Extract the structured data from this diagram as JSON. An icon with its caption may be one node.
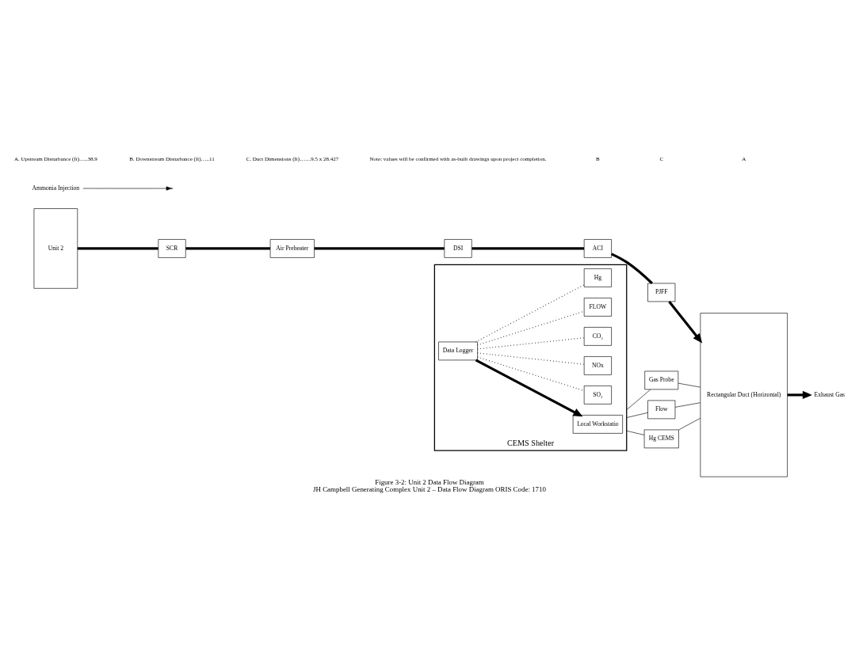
{
  "diagram": {
    "title": "Figure 3-2: Unit 2 Data Flow Diagram",
    "caption": "JH Campbell Generating Complex Unit 2 – Data Flow Diagram ORIS Code: 1710",
    "nodes": [
      {
        "text": [
          "CEMS Shelter"
        ]
      },
      {
        "text": [
          "Local Workstatio"
        ],
        "in": 0
      },
      {
        "text": [
          "Data Logger"
        ],
        "in": 0
      },
      {
        "text": [
          "SO₂"
        ],
        "in": 0
      },
      {
        "text": [
          "NOx"
        ],
        "in": 0
      },
      {
        "text": [
          "CO₂"
        ],
        "in": 0
      },
      {
        "text": [
          "FLOW"
        ],
        "in": 0
      },
      {
        "text": [
          "Hg"
        ],
        "in": 0
      },
      {
        "text": [
          "Gas Probe"
        ]
      },
      {
        "text": [
          "Flow"
        ]
      },
      {
        "text": [
          "Hg CEMS"
        ]
      },
      {
        "text": [
          "Rectangular Duct (Horizontal)"
        ]
      },
      {
        "text": [
          "Exhaust Gas"
        ]
      },
      {
        "text": [
          "Unit 2"
        ]
      },
      {
        "text": [
          "SCR"
        ]
      },
      {
        "text": [
          "Air Preheater"
        ]
      },
      {
        "text": [
          "DSI"
        ]
      },
      {
        "text": [
          "ACI"
        ]
      },
      {
        "text": [
          "PJFF"
        ]
      },
      {
        "text": [
          "Ammonia Injection"
        ]
      }
    ],
    "edges": [
      {
        "from": 2,
        "to": 1,
        "arrow": "to",
        "style": "thick"
      },
      {
        "from": 2,
        "to": 3,
        "arrow": "none",
        "style": "dashed"
      },
      {
        "from": 2,
        "to": 4,
        "arrow": "none",
        "style": "dashed"
      },
      {
        "from": 2,
        "to": 5,
        "arrow": "none",
        "style": "dashed"
      },
      {
        "from": 2,
        "to": 6,
        "arrow": "none",
        "style": "dashed"
      },
      {
        "from": 2,
        "to": 7,
        "arrow": "none",
        "style": "dashed"
      },
      {
        "from": 0,
        "to": 8,
        "arrow": "none"
      },
      {
        "from": 0,
        "to": 9,
        "arrow": "none"
      },
      {
        "from": 0,
        "to": 10,
        "arrow": "none"
      },
      {
        "from": 8,
        "to": 11,
        "arrow": "none"
      },
      {
        "from": 9,
        "to": 11,
        "arrow": "none"
      },
      {
        "from": 10,
        "to": 11,
        "arrow": "none"
      },
      {
        "from": 13,
        "to": 14,
        "arrow": "none",
        "style": "thick"
      },
      {
        "from": 14,
        "to": 15,
        "arrow": "none",
        "style": "thick"
      },
      {
        "from": 15,
        "to": 16,
        "arrow": "none",
        "style": "thick"
      },
      {
        "from": 16,
        "to": 17,
        "arrow": "none",
        "style": "thick"
      },
      {
        "from": 17,
        "to": 18,
        "arrow": "none",
        "style": "thick"
      },
      {
        "from": 18,
        "to": 11,
        "arrow": "to",
        "style": "thick"
      },
      {
        "from": 11,
        "to": 12,
        "arrow": "to",
        "style": "thick"
      },
      {
        "from": 19,
        "to": null,
        "arrow": "to"
      }
    ],
    "labels": [
      "A. Upstream Disturbance (ft)…..38.9",
      "B. Downstream Disturbance (ft)…..11",
      "C. Duct Dimensions (ft)……9.5 x 28.427",
      "Note: values will be confirmed with as-built drawings upon project completion.",
      "B",
      "C",
      "A"
    ]
  }
}
